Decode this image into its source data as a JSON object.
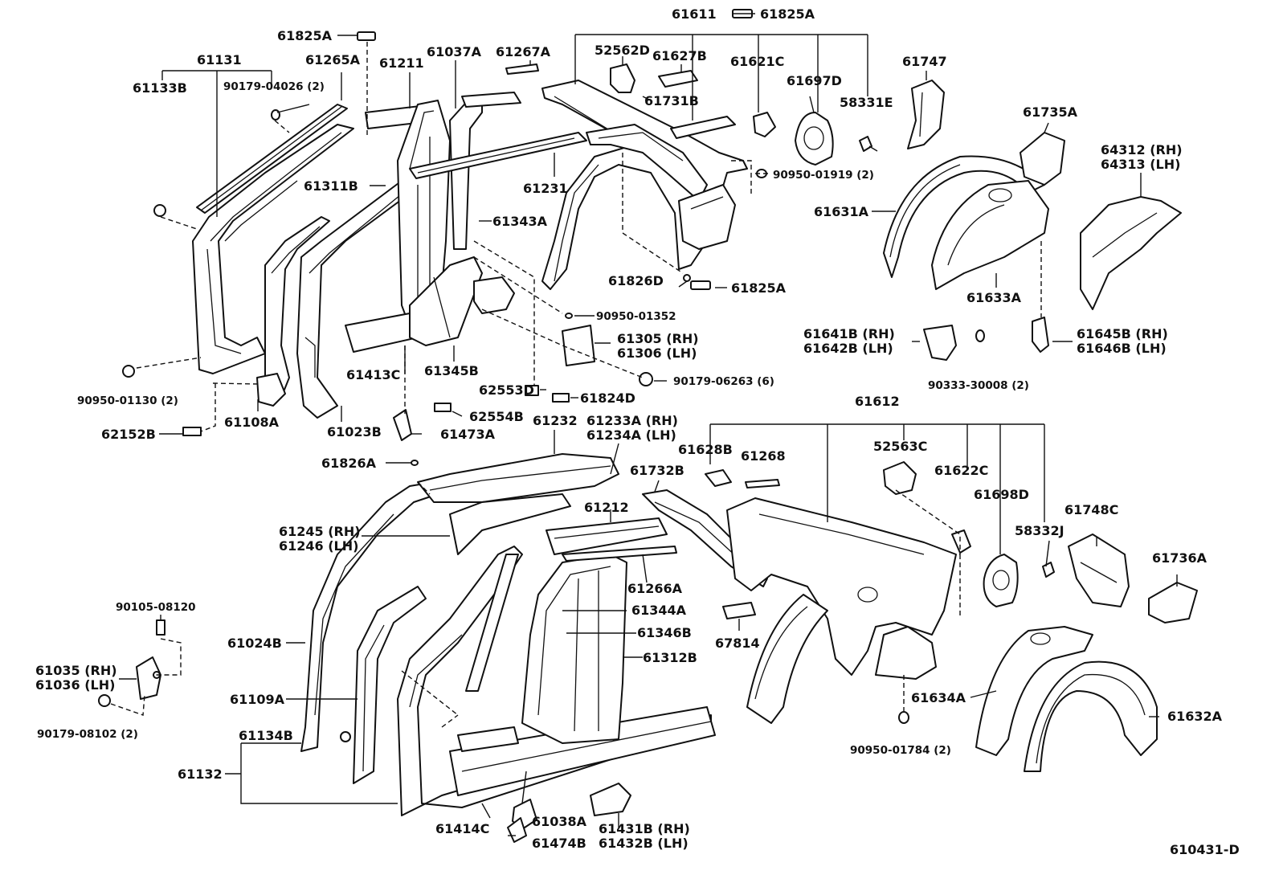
{
  "labels": [
    "61611",
    "61825A",
    "61825A",
    "61131",
    "61265A",
    "61211",
    "61037A",
    "61267A",
    "52562D",
    "61627B",
    "61621C",
    "61697D",
    "58331E",
    "61747",
    "61133B",
    "90179-04026 (2)",
    "61731B",
    "61735A",
    "64312 (RH)",
    "64313 (LH)",
    "61311B",
    "61231",
    "90950-01919 (2)",
    "61631A",
    "61343A",
    "61826D",
    "61825A",
    "61633A",
    "90950-01352",
    "61305 (RH)",
    "61306 (LH)",
    "61641B (RH)",
    "61642B (LH)",
    "61645B (RH)",
    "61646B (LH)",
    "61413C",
    "61345B",
    "90179-06263 (6)",
    "90333-30008 (2)",
    "90950-01130 (2)",
    "62553D",
    "61824D",
    "61612",
    "61108A",
    "61023B",
    "62554B",
    "61232",
    "61233A (RH)",
    "61234A (LH)",
    "62152B",
    "61473A",
    "52563C",
    "61628B",
    "61268",
    "61622C",
    "61826A",
    "61732B",
    "61698D",
    "61748C",
    "61212",
    "58332J",
    "61245 (RH)",
    "61246 (LH)",
    "61736A",
    "61266A",
    "90105-08120",
    "61344A",
    "61346B",
    "61024B",
    "67814",
    "61312B",
    "61035 (RH)",
    "61036 (LH)",
    "61109A",
    "61634A",
    "61632A",
    "90179-08102 (2)",
    "61134B",
    "90950-01784 (2)",
    "61132",
    "61038A",
    "61431B (RH)",
    "61432B (LH)",
    "61414C",
    "61474B",
    "610431-D"
  ]
}
